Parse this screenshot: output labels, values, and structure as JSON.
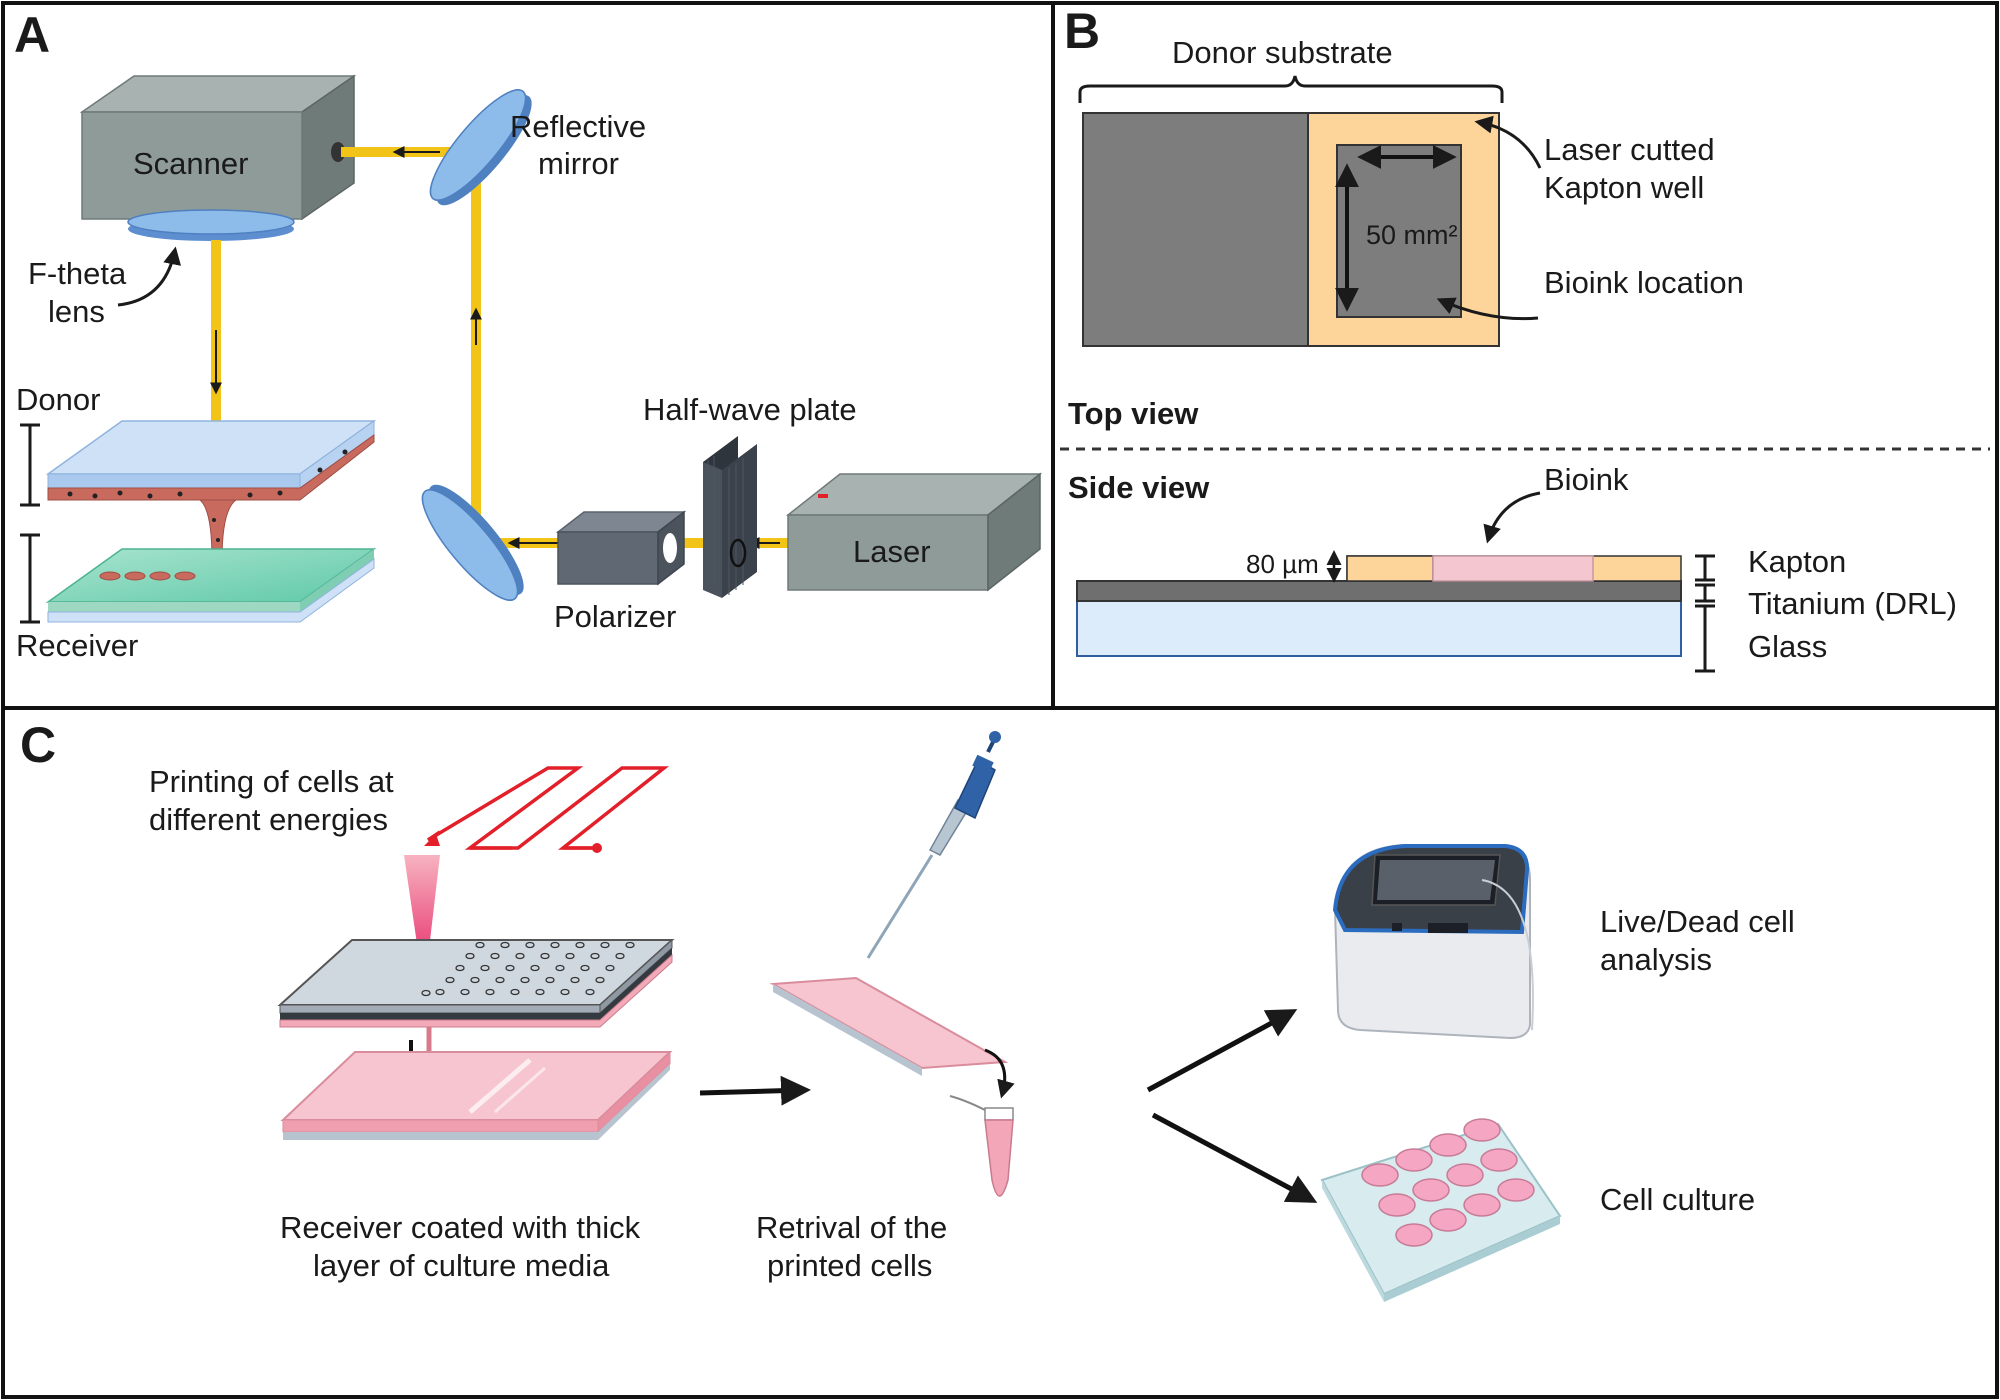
{
  "panels": {
    "a": "A",
    "b": "B",
    "c": "C"
  },
  "panel_a": {
    "scanner": "Scanner",
    "reflective_mirror": [
      "Reflective",
      "mirror"
    ],
    "ftheta_lens": [
      "F-theta",
      "lens"
    ],
    "donor": "Donor",
    "receiver": "Receiver",
    "half_wave_plate": "Half-wave plate",
    "polarizer": "Polarizer",
    "laser": "Laser"
  },
  "panel_b": {
    "donor_substrate": "Donor substrate",
    "laser_cutted": [
      "Laser cutted",
      "Kapton well"
    ],
    "area": "50 mm²",
    "bioink_location": "Bioink location",
    "top_view": "Top view",
    "side_view": "Side view",
    "bioink": "Bioink",
    "thickness": "80 µm",
    "kapton": "Kapton",
    "titanium": "Titanium (DRL)",
    "glass": "Glass"
  },
  "panel_c": {
    "printing": [
      "Printing of cells at",
      "different energies"
    ],
    "receiver_coated": [
      "Receiver coated with thick",
      "layer of culture media"
    ],
    "retrieval": [
      "Retrival of the",
      "printed cells"
    ],
    "live_dead": [
      "Live/Dead cell",
      "analysis"
    ],
    "cell_culture": "Cell culture"
  },
  "colors": {
    "beam": "#f2c418",
    "device_gray": "#8f9b99",
    "mirror_blue": "#7fb1e3",
    "kapton_orange": "#fdd59a",
    "bioink_pink": "#f4c6cf",
    "glass_blue": "#dcecfa",
    "laser_red": "#e3202a"
  }
}
